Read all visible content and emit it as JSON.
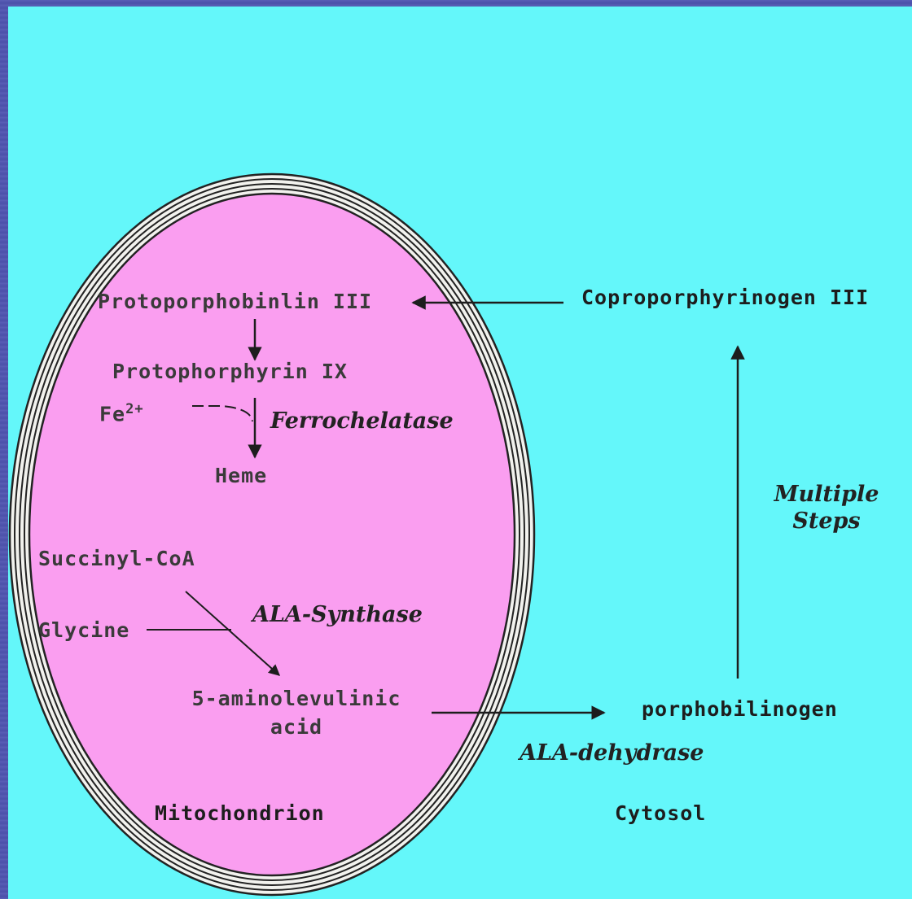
{
  "colors": {
    "frame": "#4a4fa8",
    "cytosol": "#64f7fa",
    "mitochondrion": "#fa9ef0",
    "stroke": "#222222"
  },
  "mitochondrion": {
    "protoporphobinlin": "Protoporphobinlin III",
    "protophorphyrin": "Protophorphyrin IX",
    "fe": "Fe",
    "fe_charge": "2+",
    "ferrochelatase": "Ferrochelatase",
    "heme": "Heme",
    "succinyl": "Succinyl-CoA",
    "glycine": "Glycine",
    "ala_synthase": "ALA-Synthase",
    "ala_line1": "5-aminolevulinic",
    "ala_line2": "acid",
    "label": "Mitochondrion"
  },
  "cytosol": {
    "coproporphyrinogen": "Coproporphyrinogen III",
    "multiple_steps_line1": "Multiple",
    "multiple_steps_line2": "Steps",
    "porphobilinogen": "porphobilinogen",
    "ala_dehydrase": "ALA-dehydrase",
    "label": "Cytosol"
  }
}
